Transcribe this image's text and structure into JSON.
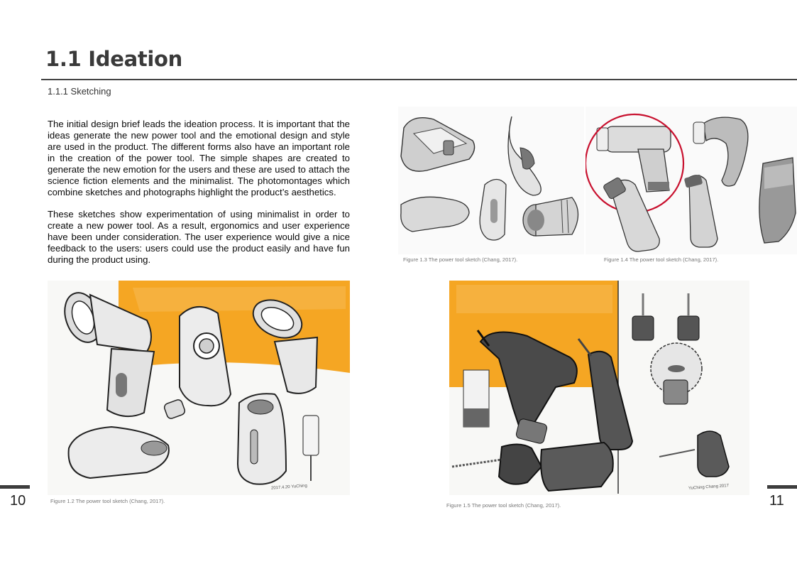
{
  "heading": "1.1 Ideation",
  "subheading": "1.1.1 Sketching",
  "paragraphs": [
    "The initial design brief leads the ideation process. It is important that the ideas generate the new power tool and the emotional design and style are used in the product. The different forms also have an important role in the creation of the power tool. The simple shapes are created to generate the new emotion for the users and these are used to attach the science fiction elements and the minimalist. The photomontages which combine sketches and photographs highlight the product’s aesthetics.",
    "These sketches show experimentation of using minimalist in order to create a new power tool. As a result, ergonomics and user experience have been under consideration. The user experience would give a nice feedback to the users: users could use the product easily and have fun during the product using."
  ],
  "figures": {
    "fig12": {
      "caption": "Figure 1.2 The power tool sketch (Chang, 2017).",
      "signature": "2017.4.20 YuChing"
    },
    "fig13": {
      "caption": "Figure 1.3 The power tool sketch (Chang, 2017)."
    },
    "fig14": {
      "caption": "Figure 1.4 The power tool sketch (Chang, 2017)."
    },
    "fig15": {
      "caption": "Figure 1.5 The power tool sketch (Chang, 2017).",
      "signature": "YuChing Chang 2017"
    }
  },
  "page_numbers": {
    "left": "10",
    "right": "11"
  },
  "colors": {
    "accent_orange": "#f5a623",
    "highlight_circle": "#c8102e",
    "rule": "#444444"
  }
}
